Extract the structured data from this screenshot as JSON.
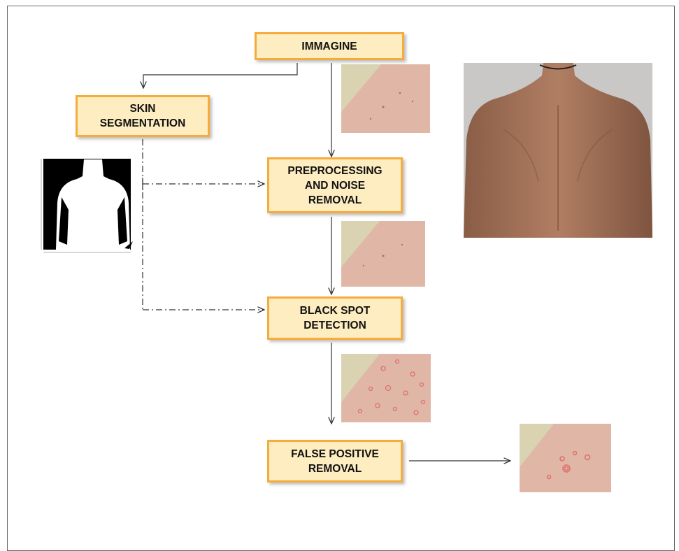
{
  "boxes": {
    "immagine": "IMMAGINE",
    "skin_segmentation": "SKIN\nSEGMENTATION",
    "preprocessing": "PREPROCESSING\nAND NOISE\nREMOVAL",
    "black_spot": "BLACK  SPOT\nDETECTION",
    "false_positive": "FALSE POSITIVE\nREMOVAL"
  },
  "colors": {
    "box_fill": "#fdedc0",
    "box_border": "#f6ab3d",
    "skin": "#e0b7a6",
    "background_region": "#d9d3b2",
    "spot_marker": "#e0706a"
  },
  "icons": [
    "segmentation-mask-thumbnail",
    "back-photo",
    "skin-patch-thumbnail"
  ]
}
